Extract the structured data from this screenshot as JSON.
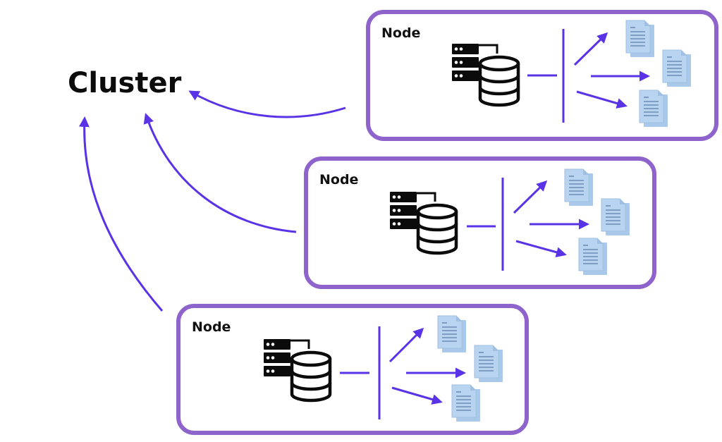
{
  "diagram": {
    "title": "Cluster",
    "colors": {
      "node_border": "#8e63cc",
      "arrow": "#5a33e6",
      "document_fill": "#b9d4f0",
      "document_back": "#a9c8ea",
      "document_lines": "#5b7ea8",
      "icon": "#0b0b0b"
    },
    "nodes": [
      {
        "label": "Node",
        "documents": 3
      },
      {
        "label": "Node",
        "documents": 3
      },
      {
        "label": "Node",
        "documents": 3
      }
    ],
    "edges": [
      {
        "from": "nodes.0",
        "to": "title"
      },
      {
        "from": "nodes.1",
        "to": "title"
      },
      {
        "from": "nodes.2",
        "to": "title"
      }
    ]
  }
}
